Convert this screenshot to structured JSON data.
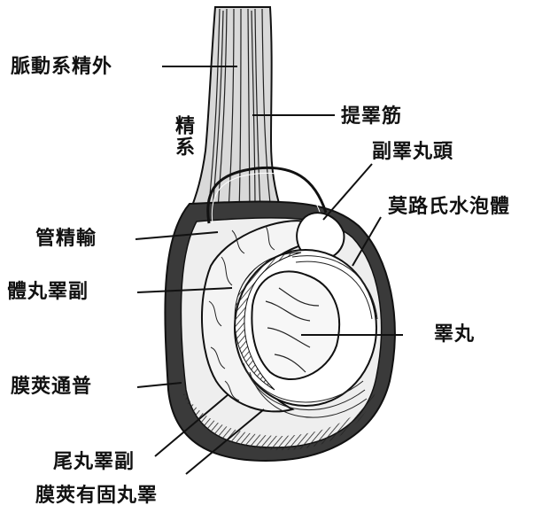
{
  "labels": {
    "external_spermatic_artery": "脈動系精外",
    "cremaster_muscle": "提睪筋",
    "spermatic_cord": "精系",
    "head_of_epididymis": "副睪丸頭",
    "appendix_testis": "莫路氏水泡體",
    "vas_deferens": "管精輸",
    "body_of_epididymis": "體丸睪副",
    "testis": "睪丸",
    "tunica_vaginalis_common": "膜莢通普",
    "tail_of_epididymis": "尾丸睪副",
    "tunica_vaginalis_propria": "膜莢有固丸睪"
  },
  "colors": {
    "ink": "#111111",
    "shade": "#3a3a3a",
    "paper": "#ffffff"
  }
}
